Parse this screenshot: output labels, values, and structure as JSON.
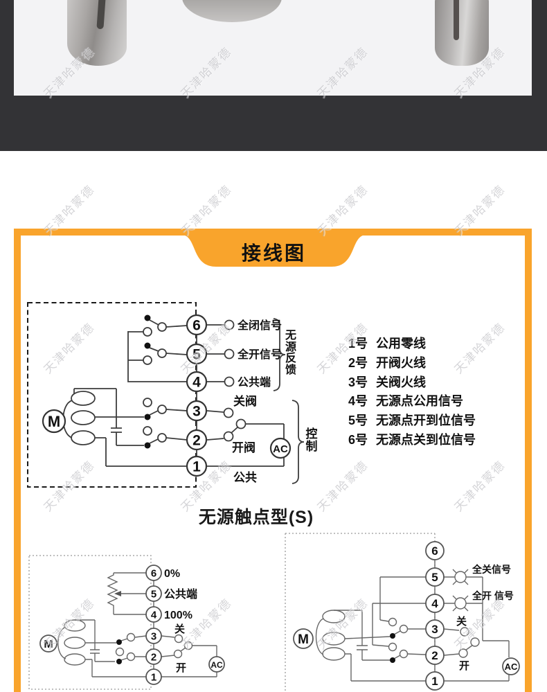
{
  "colors": {
    "accent_orange": "#F9A42C",
    "top_band": "#333336",
    "photo_bg": "#F3F3F5"
  },
  "watermark": {
    "text": "天津哈蒙德"
  },
  "ribbon": {
    "title": "接线图"
  },
  "notes": {
    "items": [
      {
        "num": "1号",
        "desc": "公用零线"
      },
      {
        "num": "2号",
        "desc": "开阀火线"
      },
      {
        "num": "3号",
        "desc": "关阀火线"
      },
      {
        "num": "4号",
        "desc": "无源点公用信号"
      },
      {
        "num": "5号",
        "desc": "无源点开到位信号"
      },
      {
        "num": "6号",
        "desc": "无源点关到位信号"
      }
    ]
  },
  "caption": "无源触点型(S)",
  "diagram_main": {
    "terminals": [
      "6",
      "5",
      "4",
      "3",
      "2",
      "1"
    ],
    "labels": {
      "t6": "全闭信号",
      "t5": "全开信号",
      "t4": "公共端",
      "t3": "关阀",
      "t2": "开阀",
      "t1": "公共",
      "feedback_group": "无源反馈",
      "control_group": "控制",
      "motor": "M",
      "ac": "AC"
    }
  },
  "diagram_pot": {
    "terminals": [
      "6",
      "5",
      "4",
      "3",
      "2",
      "1"
    ],
    "labels": {
      "t6": "0%",
      "t5": "公共端",
      "t4": "100%",
      "t3": "关",
      "t2": "开",
      "motor": "M",
      "ac": "AC"
    }
  },
  "diagram_lamp": {
    "terminals": [
      "6",
      "5",
      "4",
      "3",
      "2",
      "1"
    ],
    "labels": {
      "t5": "全关信号",
      "t4": "全开 信号",
      "t3": "关",
      "t2": "开",
      "motor": "M",
      "ac": "AC"
    }
  }
}
